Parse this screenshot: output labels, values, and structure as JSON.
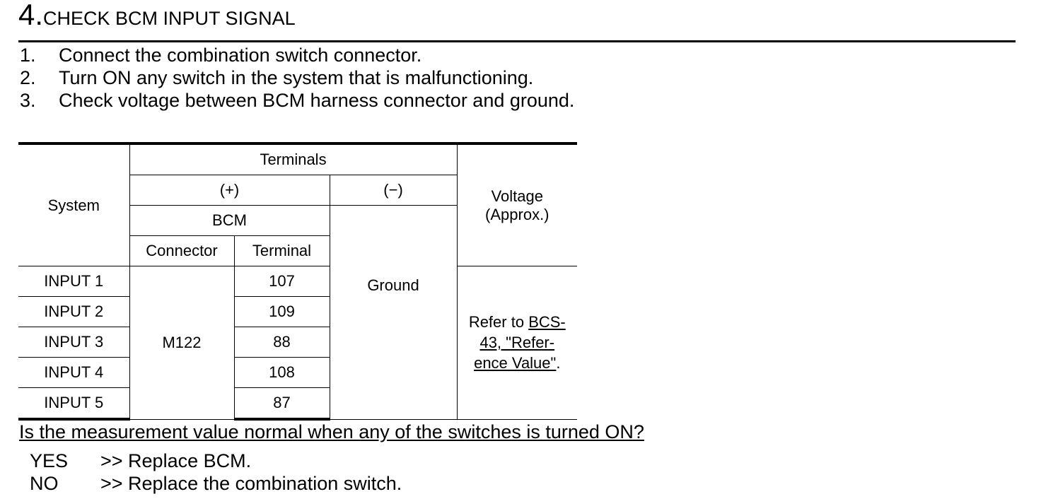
{
  "heading": {
    "number": "4.",
    "title": "CHECK BCM INPUT SIGNAL"
  },
  "steps": [
    {
      "num": "1.",
      "text": "Connect the combination switch connector."
    },
    {
      "num": "2.",
      "text": "Turn ON any switch in the system that is malfunctioning."
    },
    {
      "num": "3.",
      "text": "Check voltage between BCM harness connector and ground."
    }
  ],
  "table": {
    "system_header": "System",
    "terminals_header": "Terminals",
    "plus_header": "(+)",
    "minus_header": "(−)",
    "bcm_header": "BCM",
    "connector_header": "Connector",
    "terminal_header": "Terminal",
    "voltage_header_line1": "Voltage",
    "voltage_header_line2": "(Approx.)",
    "connector": "M122",
    "ground": "Ground",
    "rows": [
      {
        "system": "INPUT 1",
        "terminal": "107"
      },
      {
        "system": "INPUT 2",
        "terminal": "109"
      },
      {
        "system": "INPUT 3",
        "terminal": "88"
      },
      {
        "system": "INPUT 4",
        "terminal": "108"
      },
      {
        "system": "INPUT 5",
        "terminal": "87"
      }
    ],
    "voltage_ref": {
      "prefix": "Refer to ",
      "link_line1": "BCS-",
      "link_line2": "43, \"Refer-",
      "link_line3": "ence Value\"",
      "suffix": "."
    }
  },
  "question": "Is the measurement value normal when any of the switches is turned ON?",
  "answers": [
    {
      "label": "YES",
      "text": ">> Replace BCM."
    },
    {
      "label": "NO",
      "text": ">> Replace the combination switch."
    }
  ]
}
